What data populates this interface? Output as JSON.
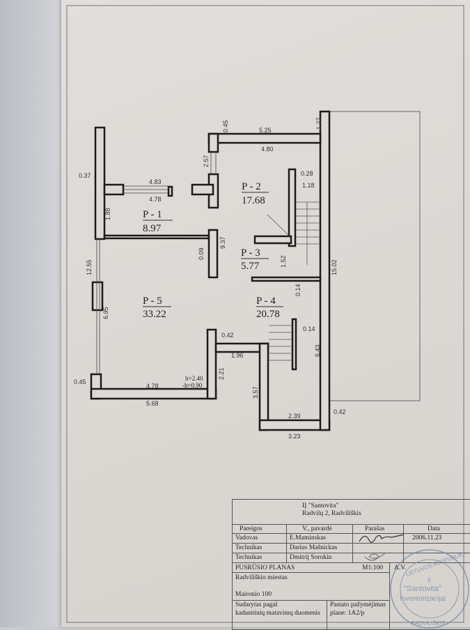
{
  "plan": {
    "rooms": [
      {
        "label": "P - 1",
        "area": "8.97"
      },
      {
        "label": "P - 2",
        "area": "17.68"
      },
      {
        "label": "P - 3",
        "area": "5.77"
      },
      {
        "label": "P - 4",
        "area": "20.78"
      },
      {
        "label": "P - 5",
        "area": "33.22"
      }
    ],
    "dimensions": {
      "d045top": "0.45",
      "d525": "5.25",
      "d127": "1.27",
      "d480": "4.80",
      "d257": "2.57",
      "d037": "0.37",
      "d483": "4.83",
      "d478a": "4.78",
      "d028": "0.28",
      "d118": "1.18",
      "d188": "1.88",
      "d1255": "12.55",
      "d009": "0.09",
      "d937": "9.37",
      "d152": "1.52",
      "d1502": "15.02",
      "d014a": "0.14",
      "d695": "6.95",
      "d014b": "0.14",
      "d042a": "0.42",
      "d196": "1.96",
      "d643": "6.43",
      "d221": "2.21",
      "d045": "0.45",
      "d478b": "4.78",
      "d568": "5.68",
      "d357": "3.57",
      "d239": "2.39",
      "d042b": "0.42",
      "d323": "3.23"
    },
    "height_h": "h=2.40",
    "height_neg": "-h=0.90"
  },
  "title_block": {
    "company": "IĮ \"Santovita\"",
    "address": "Radvilų 2, Radviliškis",
    "headers": [
      "Pareigos",
      "V., pavardė",
      "Parašas",
      "Data"
    ],
    "rows": [
      {
        "role": "Vadovas",
        "name": "E.Maminskas",
        "date": "2006.11.23"
      },
      {
        "role": "Technikas",
        "name": "Darius Mašnickas",
        "date": ""
      },
      {
        "role": "Technikas",
        "name": "Dmitrij Sorokin",
        "date": ""
      }
    ],
    "plan_title": "PUSRŪSIO PLANAS",
    "scale": "M1:100",
    "av": "A.V.",
    "city": "Radviliškio miestas",
    "street": "Maironio 100",
    "basis_line1": "Sudarytas pagal",
    "basis_line2": "kadastrinių matavimų duomenis",
    "marking_line1": "Pastato pažymėjimas",
    "marking_line2": "plane:   1A2/p",
    "stamp": {
      "top": "LIETUVOS RESPUBLIKA",
      "center1": "IĮ",
      "center2": "\"Santovita\"",
      "center3": "Inventorizacijai",
      "bottom": "RADVILIŠKIS",
      "color": "#6f86a8"
    }
  }
}
